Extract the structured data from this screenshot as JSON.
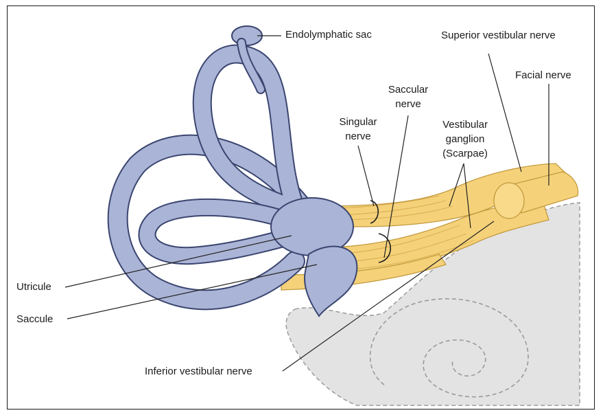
{
  "colors": {
    "labyrinth_fill": "#aab4d6",
    "labyrinth_stroke": "#3a4570",
    "nerve_fill": "#f5d27a",
    "nerve_stroke": "#c39a3e",
    "cochlea_fill": "#e3e3e3",
    "leader_line": "#222222"
  },
  "labels": {
    "endolymphatic_sac": "Endolymphatic sac",
    "superior_vestibular_nerve": "Superior vestibular nerve",
    "facial_nerve": "Facial nerve",
    "saccular_nerve_1": "Saccular",
    "saccular_nerve_2": "nerve",
    "singular_nerve_1": "Singular",
    "singular_nerve_2": "nerve",
    "vestibular_ganglion_1": "Vestibular",
    "vestibular_ganglion_2": "ganglion",
    "vestibular_ganglion_3": "(Scarpae)",
    "utricule": "Utricule",
    "saccule": "Saccule",
    "inferior_vestibular_nerve": "Inferior vestibular nerve"
  }
}
